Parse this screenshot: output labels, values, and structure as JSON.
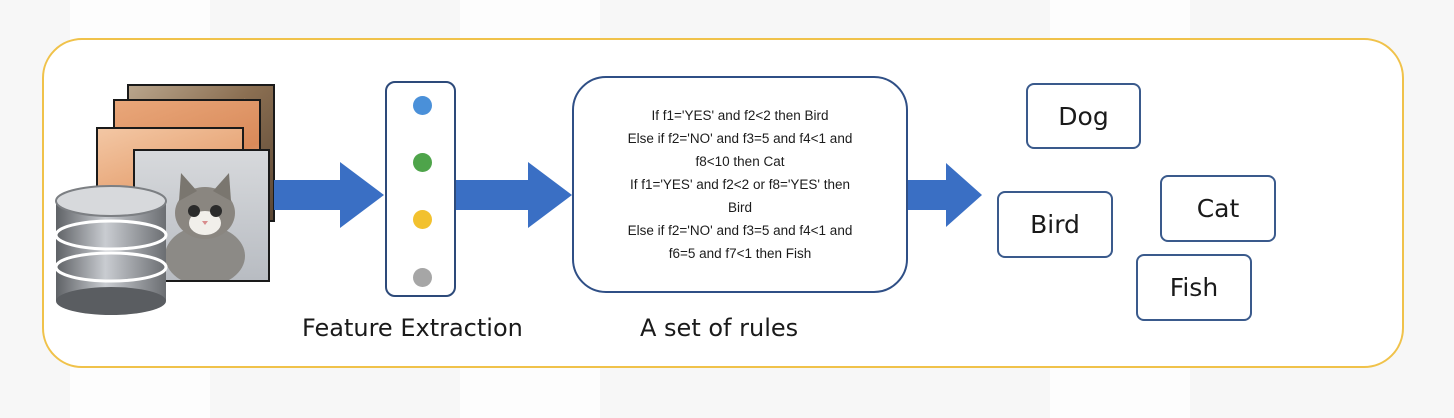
{
  "diagram": {
    "feature_caption": "Feature Extraction",
    "rules_caption": "A set of rules",
    "rules": [
      "If f1='YES' and f2<2 then Bird",
      "Else if f2='NO' and f3=5 and f4<1 and",
      "f8<10 then Cat",
      "If f1='YES' and f2<2 or f8='YES' then",
      "Bird",
      "Else if f2='NO' and f3=5 and f4<1 and",
      "f6=5 and f7<1 then Fish"
    ],
    "feature_colors": [
      "#4a90d9",
      "#4ea44a",
      "#f2c12e",
      "#a6a6a6"
    ],
    "labels": {
      "dog": "Dog",
      "bird": "Bird",
      "cat": "Cat",
      "fish": "Fish"
    },
    "colors": {
      "frame_border": "#f0c24a",
      "arrow": "#3a6fc4",
      "box_border": "#2f4f86"
    }
  }
}
